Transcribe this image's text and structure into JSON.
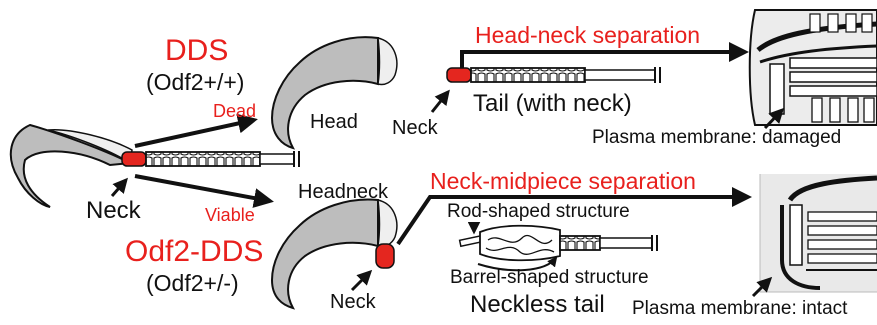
{
  "labels": {
    "dds": "DDS",
    "dds_genotype": "(Odf2+/+)",
    "dead": "Dead",
    "head": "Head",
    "neck_left": "Neck",
    "headneck": "Headneck",
    "viable": "Viable",
    "odf2_dds": "Odf2-DDS",
    "odf2_genotype": "(Odf2+/-)",
    "neck_lower_head": "Neck",
    "head_neck_separation": "Head-neck separation",
    "tail_with_neck": "Tail (with neck)",
    "neck_tail": "Neck",
    "plasma_damaged": "Plasma membrane: damaged",
    "neck_midpiece_separation": "Neck-midpiece separation",
    "rod_shaped": "Rod-shaped structure",
    "barrel_shaped": "Barrel-shaped structure",
    "neckless_tail": "Neckless tail",
    "plasma_intact": "Plasma membrane: intact"
  },
  "colors": {
    "accent_red": "#e8201d",
    "neck_red": "#e4261f",
    "head_gray": "#bdbdbd",
    "head_light": "#efefef",
    "em_panel": "#e9e9e9",
    "ink": "#111111"
  }
}
